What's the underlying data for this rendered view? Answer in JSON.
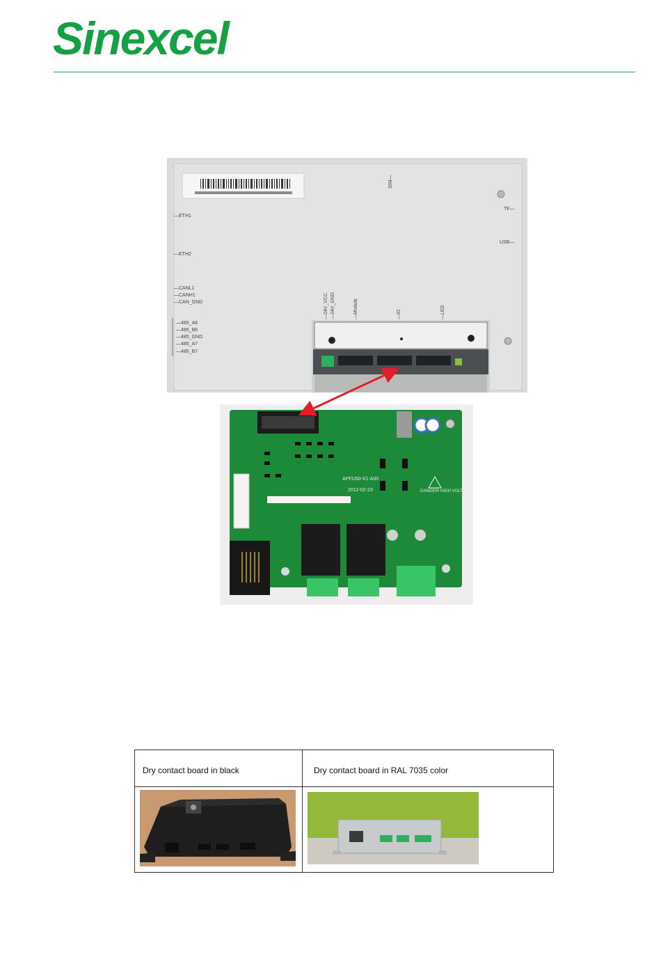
{
  "header": {
    "brand": "Sinexcel",
    "brand_color": "#16a044"
  },
  "figure_top": {
    "enclosure_labels": {
      "left": [
        "ETH1",
        "ETH2",
        "CANL1",
        "CANH1",
        "CAN_GND",
        "485_A6",
        "485_B6",
        "485_GND",
        "485_A7",
        "485_B7"
      ],
      "right": [
        "TF",
        "USB"
      ],
      "top": [
        "SIM"
      ],
      "bottom": [
        "24V_VCC",
        "24V_GND",
        "Module",
        "IO",
        "LED"
      ]
    },
    "pcb_marking": "APFU50-X1-A00",
    "pcb_date": "2012-02-23",
    "pcb_warning": "DANGER! HIGH VOLTAGE",
    "arrow_color": "#e41e26"
  },
  "comparison_table": {
    "col1_header": "Dry contact board in black",
    "col2_header": "Dry contact board in RAL 7035 color"
  }
}
